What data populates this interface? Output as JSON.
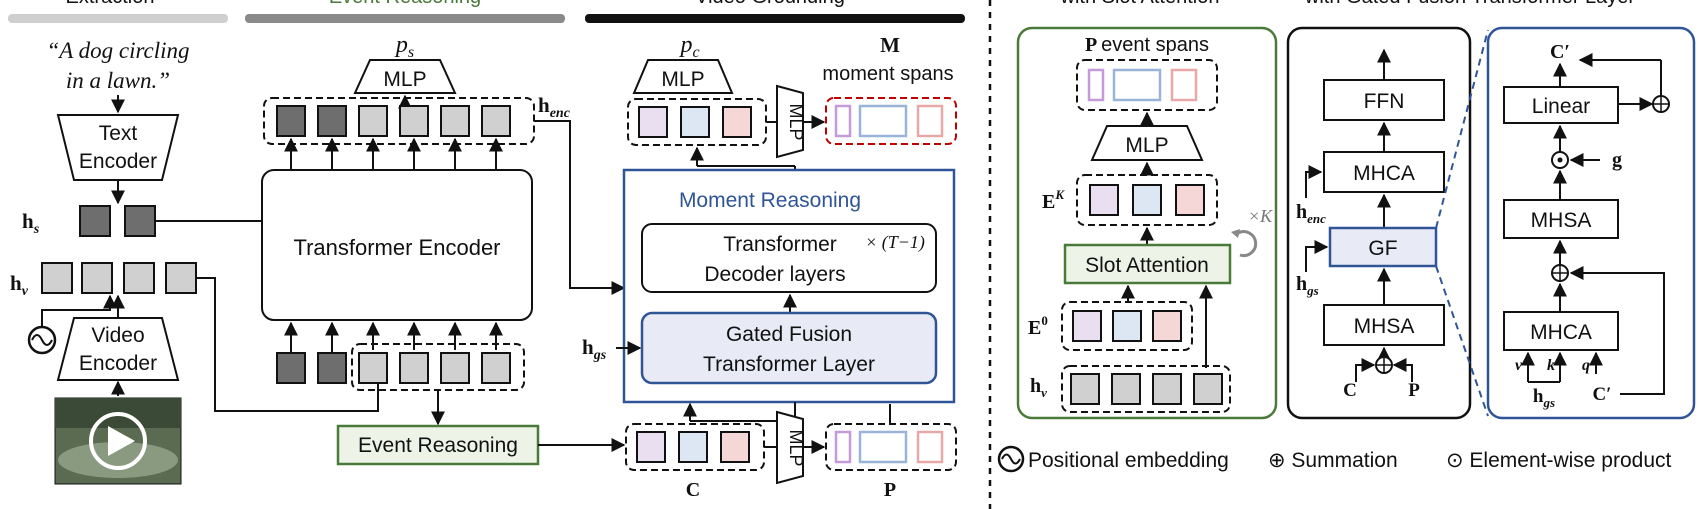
{
  "header": {
    "col1": "Extraction",
    "col2": "Event Reasoning",
    "col3": "Video Grounding",
    "col4": "with Slot Attention",
    "col5": "with Gated Fusion Transformer Layer"
  },
  "colors": {
    "green": "#4a7a3a",
    "blue": "#2f5597",
    "red": "#c00000",
    "gray_dark": "#6e6e6e",
    "gray_light": "#d0d0d0",
    "purple_light": "#eadff0",
    "blue_light": "#dde6f3",
    "red_light": "#f6d7d7"
  },
  "left": {
    "query": [
      "“A dog circling",
      "in a lawn.”"
    ],
    "text_encoder": [
      "Text",
      "Encoder"
    ],
    "video_encoder": [
      "Video",
      "Encoder"
    ],
    "h_s": "h",
    "h_s_sub": "s",
    "h_v": "h",
    "h_v_sub": "v"
  },
  "middle": {
    "p_s": "p",
    "p_s_sub": "s",
    "mlp": "MLP",
    "h_enc": "h",
    "h_enc_sub": "enc",
    "transformer_encoder": "Transformer Encoder",
    "event_reasoning": "Event Reasoning"
  },
  "right": {
    "p_c": "p",
    "p_c_sub": "c",
    "mlp": "MLP",
    "mlp_vertical": "MLP",
    "mlp_vertical2": "MLP",
    "M": "M",
    "moment_spans": "moment spans",
    "moment_reasoning": "Moment Reasoning",
    "decoder": [
      "Transformer",
      "Decoder layers"
    ],
    "times_T": "× (T−1)",
    "gated_fusion": [
      "Gated Fusion",
      "Transformer Layer"
    ],
    "h_gs": "h",
    "h_gs_sub": "gs",
    "C": "C",
    "P": "P"
  },
  "slot": {
    "P_event_spans_bold": "P",
    "P_event_spans": "event spans",
    "mlp": "MLP",
    "E_K": "E",
    "E_K_sup": "K",
    "times_K": "×K",
    "slot_attention": "Slot Attention",
    "E_0": "E",
    "E_0_sup": "0",
    "h_v": "h",
    "h_v_sub": "v"
  },
  "gated": {
    "ffn": "FFN",
    "mhca": "MHCA",
    "h_enc": "h",
    "h_enc_sub": "enc",
    "gf": "GF",
    "h_gs": "h",
    "h_gs_sub": "gs",
    "mhsa": "MHSA",
    "C": "C",
    "P": "P"
  },
  "gf_detail": {
    "C_prime_top": "C′",
    "linear": "Linear",
    "g": "g",
    "mhsa": "MHSA",
    "mhca": "MHCA",
    "v": "v",
    "k": "k",
    "q": "q",
    "h_gs": "h",
    "h_gs_sub": "gs",
    "C_prime": "C′"
  },
  "legend": {
    "positional": "Positional embedding",
    "summation": "⊕ Summation",
    "elementwise": "⊙ Element-wise product"
  }
}
